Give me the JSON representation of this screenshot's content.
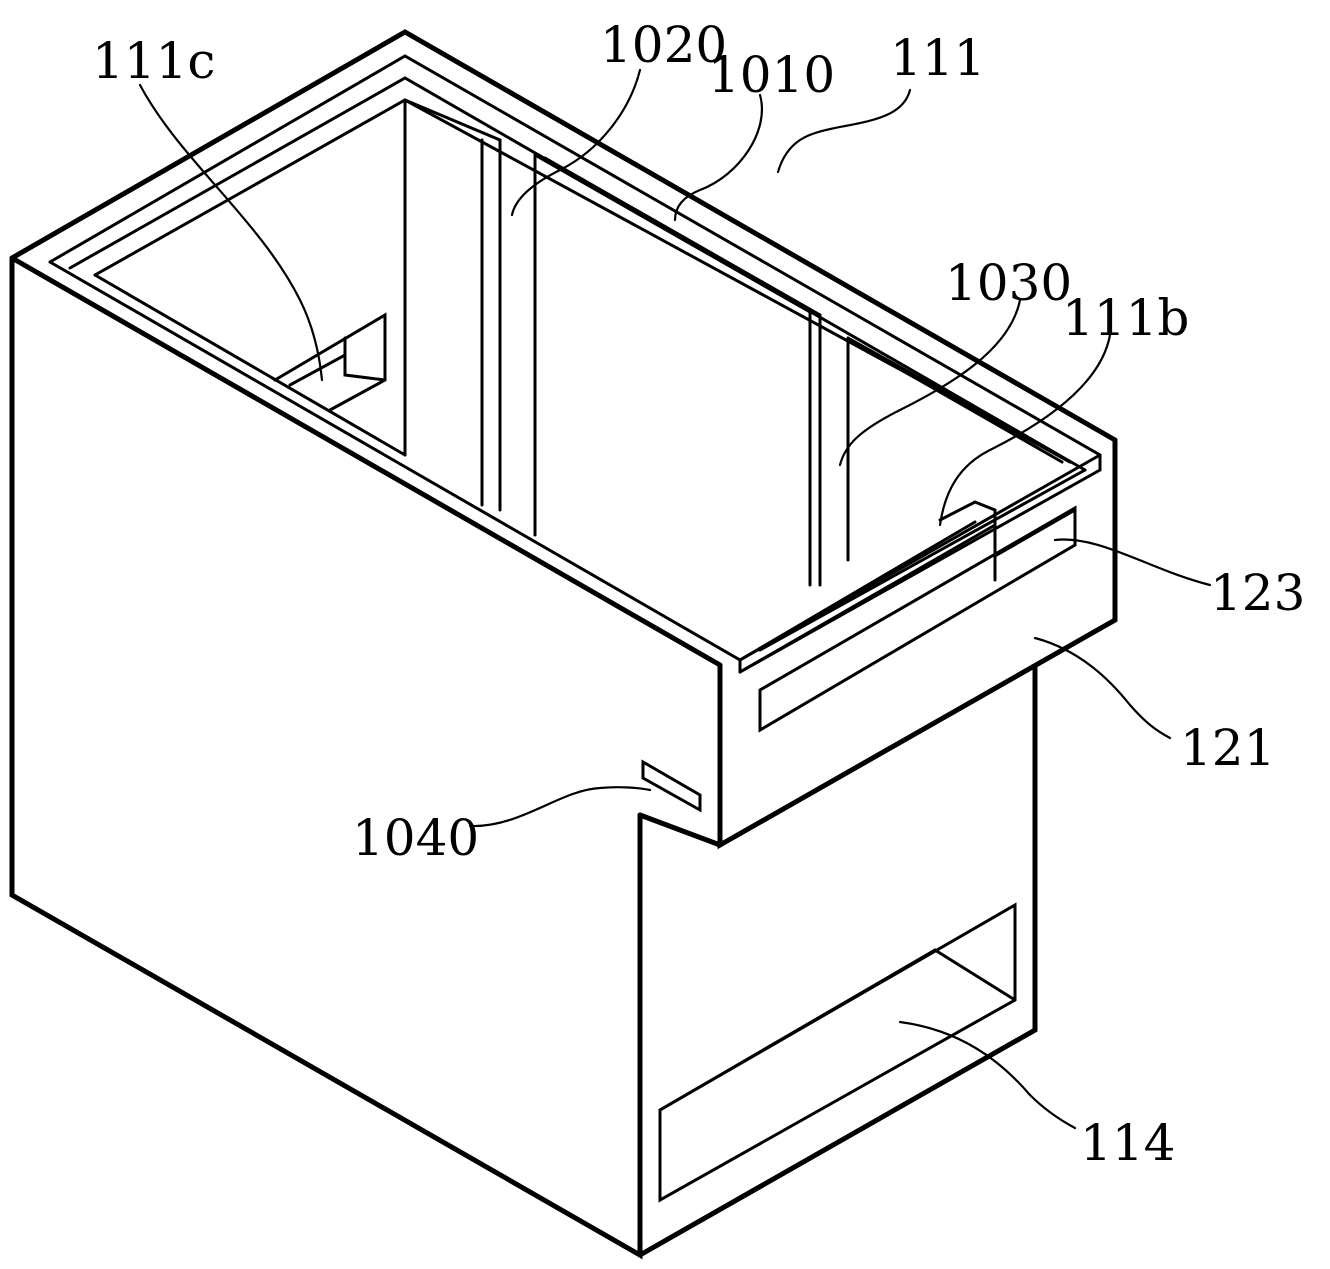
{
  "labels": {
    "l111c": "111c",
    "l1020": "1020",
    "l1010": "1010",
    "l111": "111",
    "l1030": "1030",
    "l111b": "111b",
    "l123": "123",
    "l121": "121",
    "l1040": "1040",
    "l114": "114"
  }
}
